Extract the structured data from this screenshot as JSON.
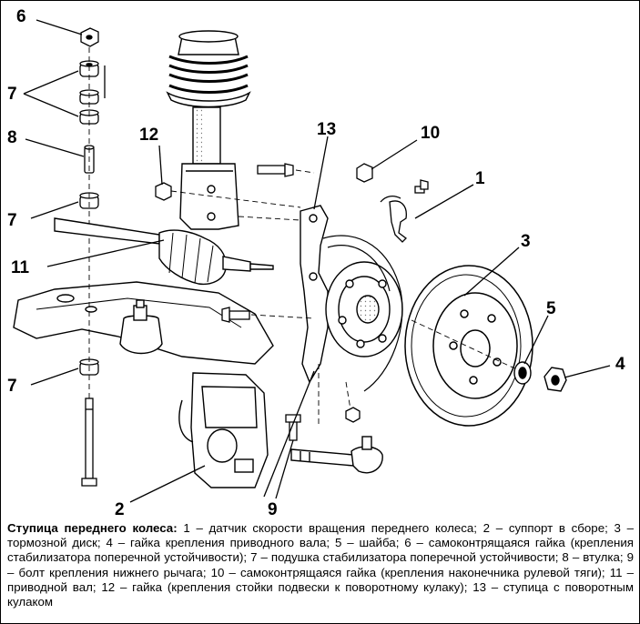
{
  "callouts": {
    "c1": "1",
    "c2": "2",
    "c3": "3",
    "c4": "4",
    "c5": "5",
    "c6": "6",
    "c7a": "7",
    "c7b": "7",
    "c7c": "7",
    "c8": "8",
    "c9": "9",
    "c10": "10",
    "c11": "11",
    "c12": "12",
    "c13": "13"
  },
  "caption": {
    "title": "Ступица переднего колеса:",
    "text": " 1 – датчик скорости вращения переднего колеса; 2 – суппорт в сборе; 3 – тормозной диск; 4 – гайка крепления приводного вала; 5 – шайба; 6 – самоконтрящаяся гайка (крепления стабилизатора поперечной устойчивости); 7 – подушка стабилизатора поперечной устойчивости; 8 – втулка; 9 – болт крепления нижнего рычага; 10 – самоконтрящаяся гайка (крепления наконечника рулевой тяги); 11 – приводной вал; 12 – гайка (крепления стойки подвески к поворотному кулаку); 13 – ступица с поворотным кулаком"
  }
}
